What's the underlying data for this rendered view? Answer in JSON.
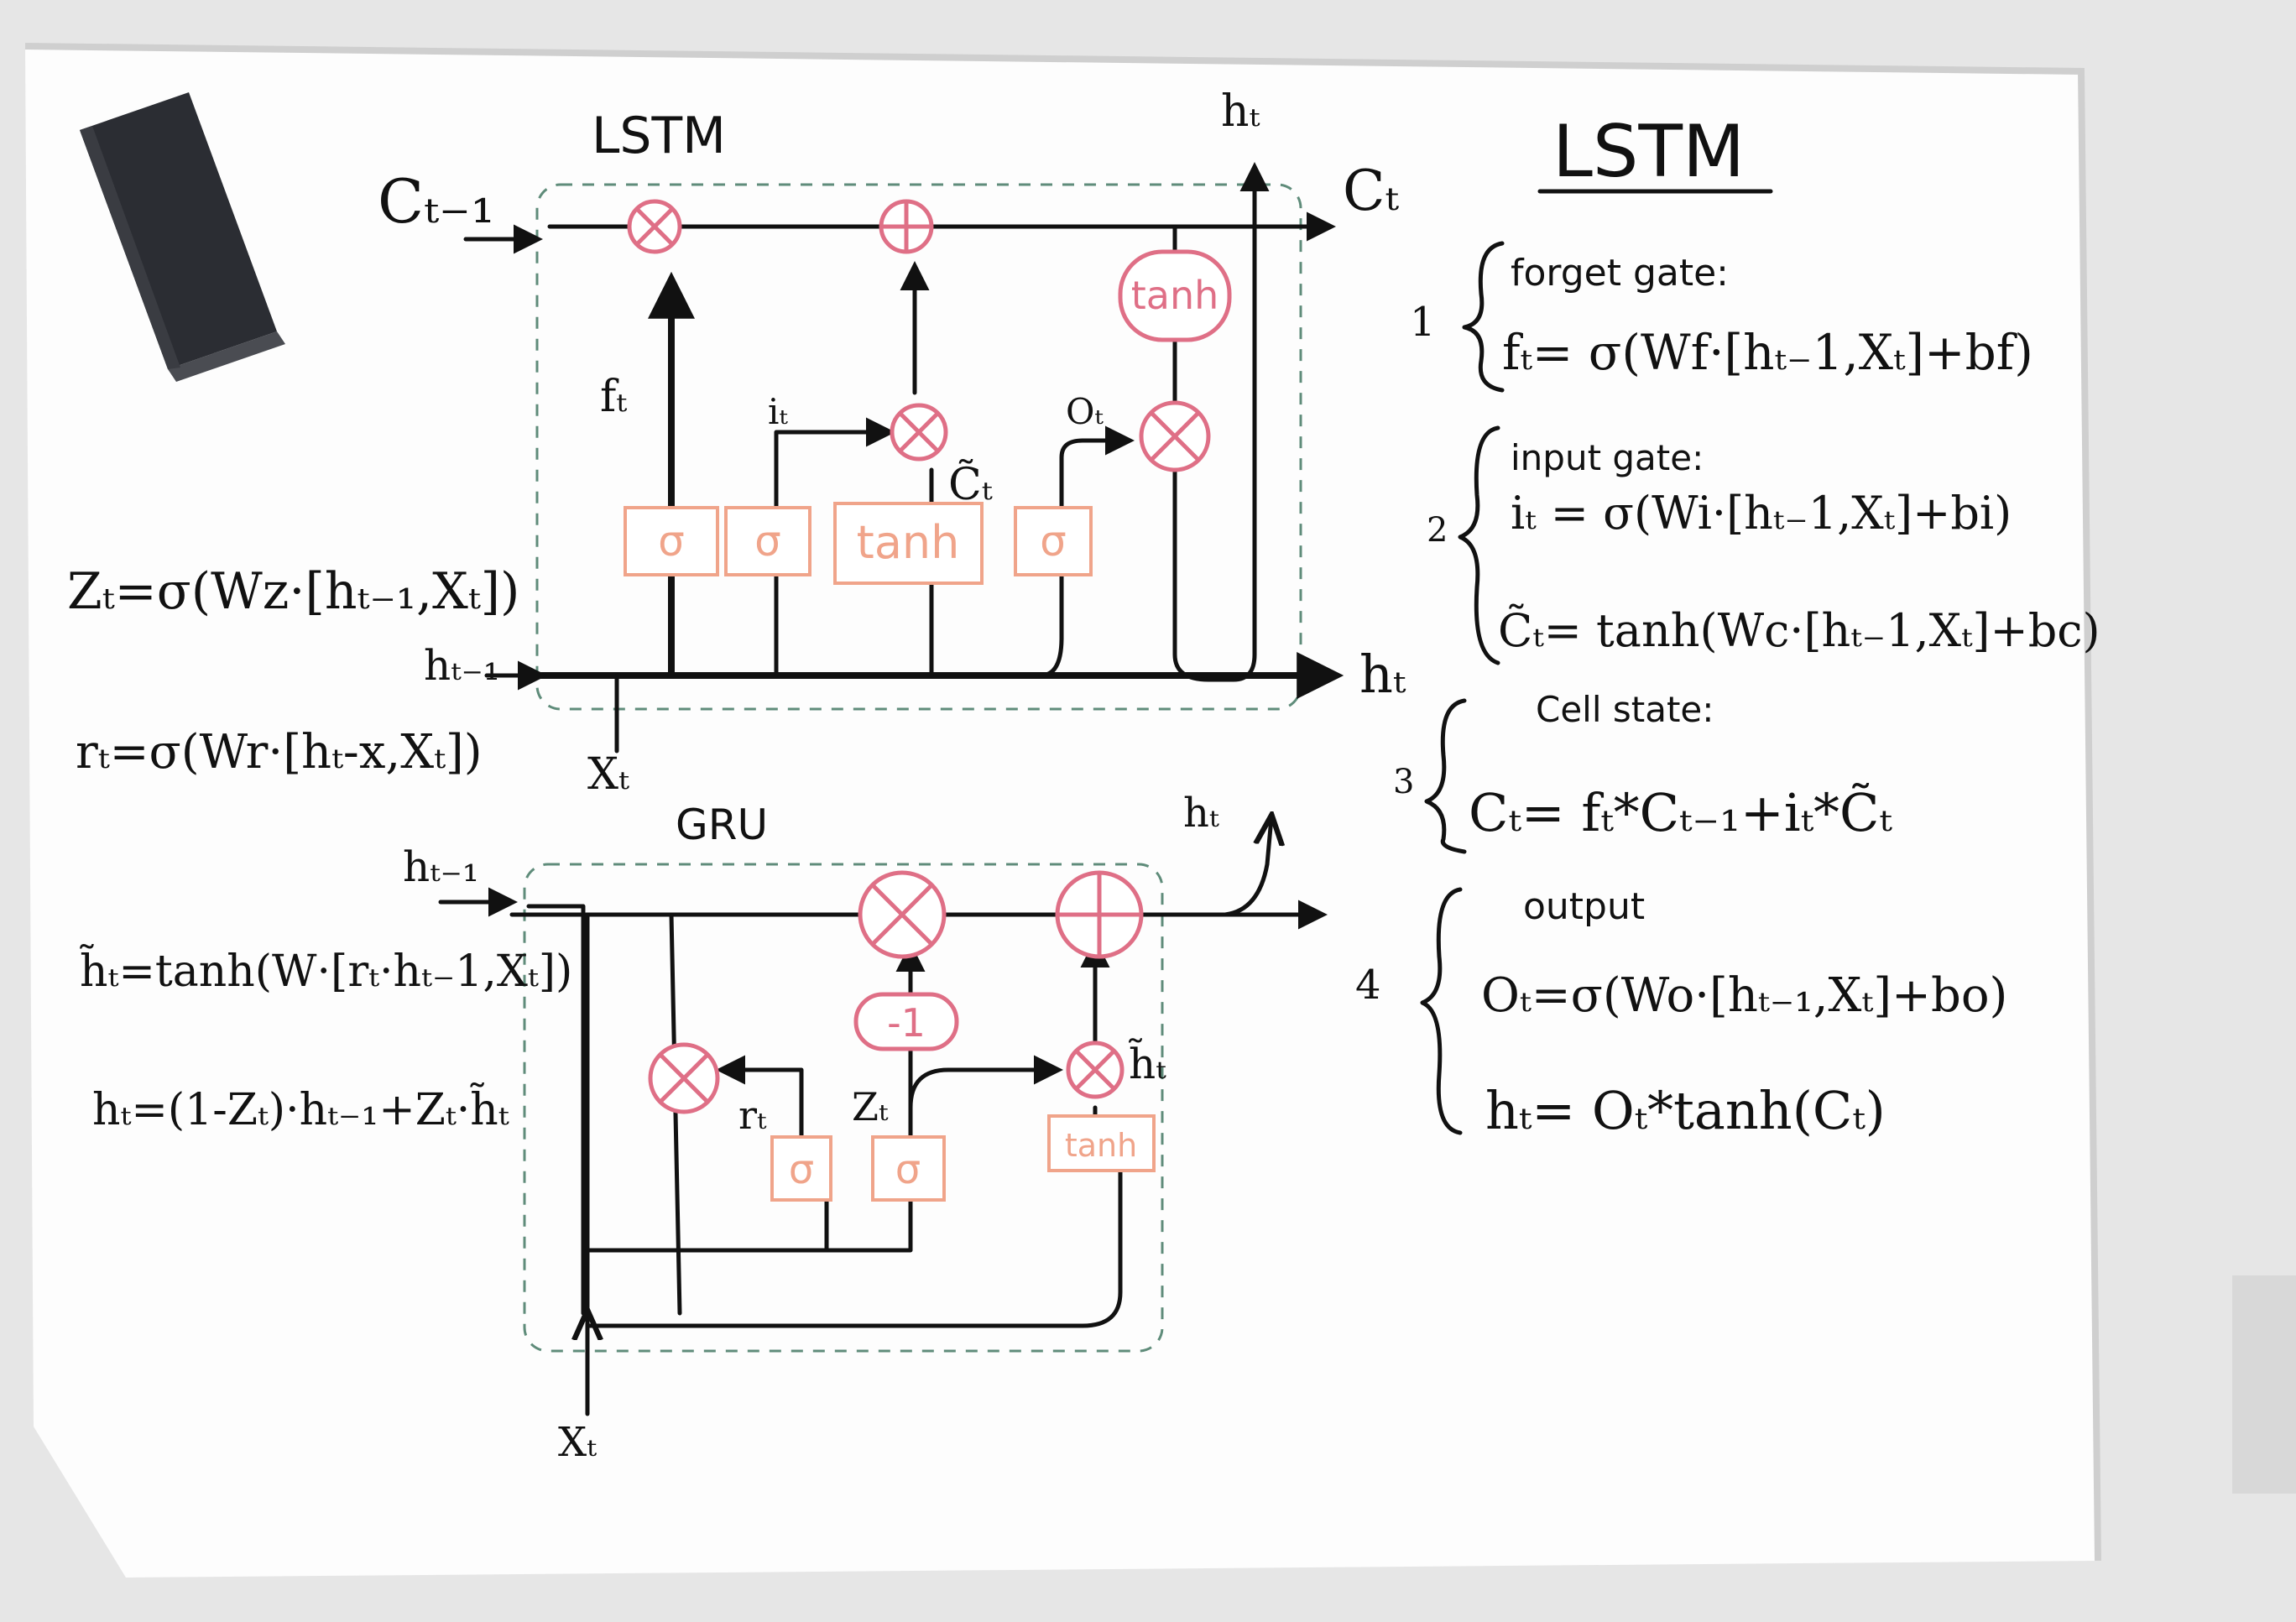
{
  "lstm": {
    "title": "LSTM",
    "labels": {
      "c_prev": "Cₜ₋₁",
      "c_out": "Cₜ",
      "h_top": "hₜ",
      "h_out": "hₜ",
      "h_prev": "hₜ₋₁",
      "x_in": "Xₜ",
      "f": "fₜ",
      "i": "iₜ",
      "o": "Oₜ",
      "c_tilde": "C̃ₜ"
    },
    "ops": {
      "sigma": "σ",
      "tanh": "tanh",
      "tanh_out": "tanh"
    }
  },
  "gru": {
    "title": "GRU",
    "labels": {
      "h_prev": "hₜ₋₁",
      "h_out": "hₜ",
      "x_in": "Xₜ",
      "r": "rₜ",
      "z": "Zₜ",
      "h_tilde": "h̃ₜ"
    },
    "ops": {
      "sigma": "σ",
      "tanh": "tanh",
      "minus_one": "-1"
    }
  },
  "gru_equations": [
    "Zₜ=σ(Wz·[hₜ₋₁,Xₜ])",
    "rₜ=σ(Wr·[hₜ-x,Xₜ])",
    "h̃ₜ=tanh(W·[rₜ·hₜ₋1,Xₜ])",
    "hₜ=(1-Zₜ)·hₜ₋₁+Zₜ·h̃ₜ"
  ],
  "right_panel": {
    "title": "LSTM",
    "sections": [
      {
        "num": "1",
        "heading": "forget gate:",
        "lines": [
          "fₜ= σ(Wf·[hₜ₋1,Xₜ]+bf)"
        ]
      },
      {
        "num": "2",
        "heading": "input gate:",
        "lines": [
          "iₜ = σ(Wi·[hₜ₋1,Xₜ]+bi)",
          "C̃ₜ= tanh(Wc·[hₜ₋1,Xₜ]+bc)"
        ]
      },
      {
        "num": "3",
        "heading": "Cell state:",
        "lines": [
          "Cₜ= fₜ*Cₜ₋₁+iₜ*C̃ₜ"
        ]
      },
      {
        "num": "4",
        "heading": "output",
        "lines": [
          "Oₜ=σ(Wo·[hₜ₋₁,Xₜ]+bo)",
          "hₜ= Oₜ*tanh(Cₜ)"
        ]
      }
    ]
  },
  "colors": {
    "ink": "#111111",
    "gate_box": "#f0a48a",
    "pointwise_node": "#df6f86",
    "dashed_border": "#5f8c7a"
  }
}
